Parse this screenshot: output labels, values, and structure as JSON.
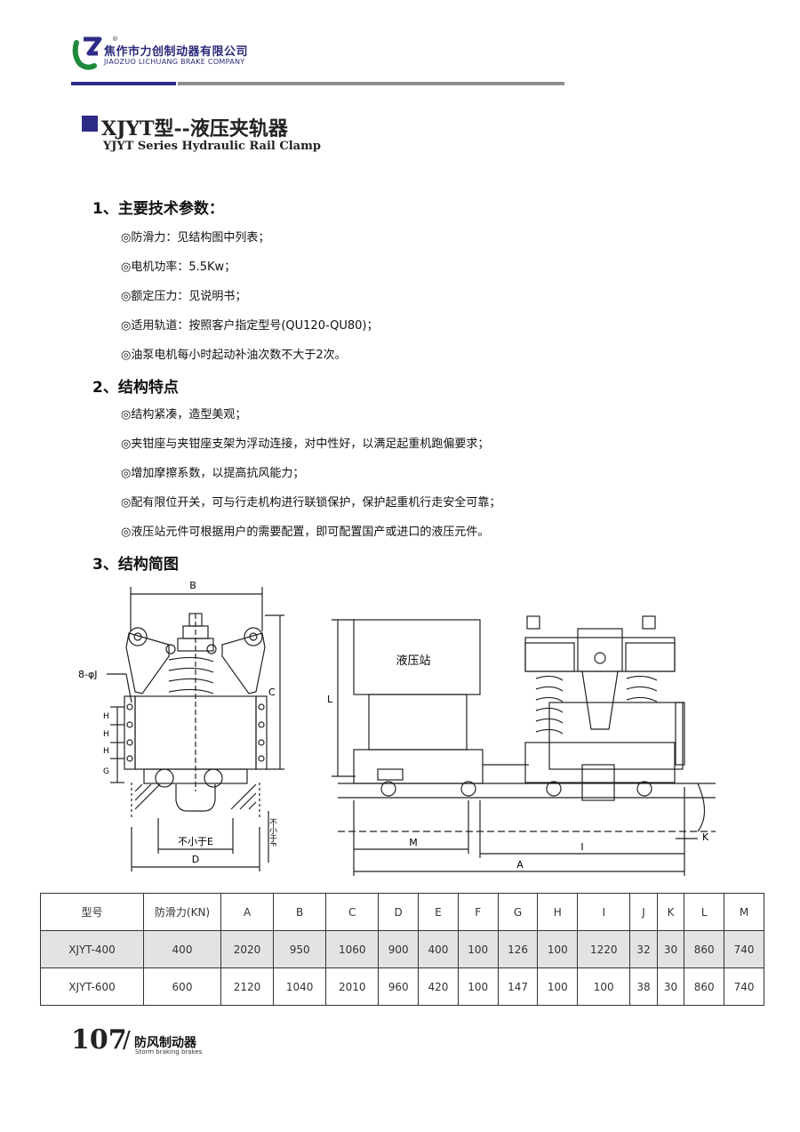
{
  "header": {
    "company_cn": "焦作市力创制动器有限公司",
    "company_en": "JIAOZUO LICHUANG BRAKE COMPANY",
    "registered_mark": "®"
  },
  "title": {
    "cn": "XJYT型--液压夹轨器",
    "en": "YJYT Series Hydraulic Rail Clamp"
  },
  "sections": [
    {
      "heading": "1、主要技术参数：",
      "items": [
        "◎防滑力：见结构图中列表；",
        "◎电机功率：5.5Kw；",
        "◎额定压力：见说明书；",
        "◎适用轨道：按照客户指定型号(QU120-QU80)；",
        "◎油泵电机每小时起动补油次数不大于2次。"
      ]
    },
    {
      "heading": "2、结构特点",
      "items": [
        "◎结构紧凑，造型美观；",
        "◎夹钳座与夹钳座支架为浮动连接，对中性好，以满足起重机跑偏要求；",
        "◎增加摩擦系数，以提高抗风能力；",
        "◎配有限位开关，可与行走机构进行联锁保护，保护起重机行走安全可靠；",
        "◎液压站元件可根据用户的需要配置，即可配置国产或进口的液压元件。"
      ]
    },
    {
      "heading": "3、结构简图",
      "items": []
    }
  ],
  "diagram": {
    "left_labels": {
      "B": "B",
      "C": "C",
      "J": "8-φJ",
      "H1": "H",
      "H2": "H",
      "H3": "H",
      "G": "G",
      "E": "不小于E",
      "D": "D",
      "F": "不小于F"
    },
    "right_labels": {
      "station": "液压站",
      "L": "L",
      "M": "M",
      "I": "I",
      "K": "K",
      "A": "A"
    }
  },
  "table": {
    "headers": [
      "型号",
      "防滑力(KN)",
      "A",
      "B",
      "C",
      "D",
      "E",
      "F",
      "G",
      "H",
      "I",
      "J",
      "K",
      "L",
      "M"
    ],
    "rows": [
      [
        "XJYT-400",
        "400",
        "2020",
        "950",
        "1060",
        "900",
        "400",
        "100",
        "126",
        "100",
        "1220",
        "32",
        "30",
        "860",
        "740"
      ],
      [
        "XJYT-600",
        "600",
        "2120",
        "1040",
        "2010",
        "960",
        "420",
        "100",
        "147",
        "100",
        "100",
        "38",
        "30",
        "860",
        "740"
      ]
    ]
  },
  "footer": {
    "page_number": "107",
    "slash": "/",
    "title_cn": "防风制动器",
    "title_en": "Storm braking brakes"
  },
  "colors": {
    "brand_navy": "#2e2b86",
    "logo_green": "#1f8a3c",
    "rule_gray": "#8d8d8d",
    "table_shade": "#e3e3e3"
  }
}
